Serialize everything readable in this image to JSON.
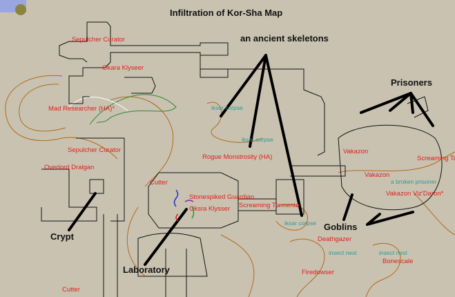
{
  "title": "Infiltration of Kor-Sha Map",
  "annotations": [
    "an ancient skeletons",
    "Prisoners",
    "Crypt",
    "Laboratory",
    "Goblins"
  ],
  "npcs": [
    "Sepulcher Curator",
    "Okara Klyseer",
    "Mad Researcher (HA)*",
    "Sepulcher Curator",
    "Overlord Dralgan",
    "Cutter",
    "Stonespiked Guardian",
    "Oksra Klysser",
    "Screaming Tormento",
    "Rogue Monstrosity (HA)",
    "Vakazon",
    "Vakazon",
    "Screaming To",
    "Vakazon Viz'Daron*",
    "Deathgazer",
    "Firedowser",
    "Bonescale",
    "Cutter"
  ],
  "items": [
    "iksar corpse",
    "iksar corpse",
    "iksar corpse",
    "a broken prisoner",
    "insect nest",
    "insect nest"
  ],
  "colors": {
    "background": "#c9c2b1",
    "wall": "#111111",
    "contour": "#b06a1c",
    "npc": "#e0201c",
    "item": "#2b9a94"
  }
}
